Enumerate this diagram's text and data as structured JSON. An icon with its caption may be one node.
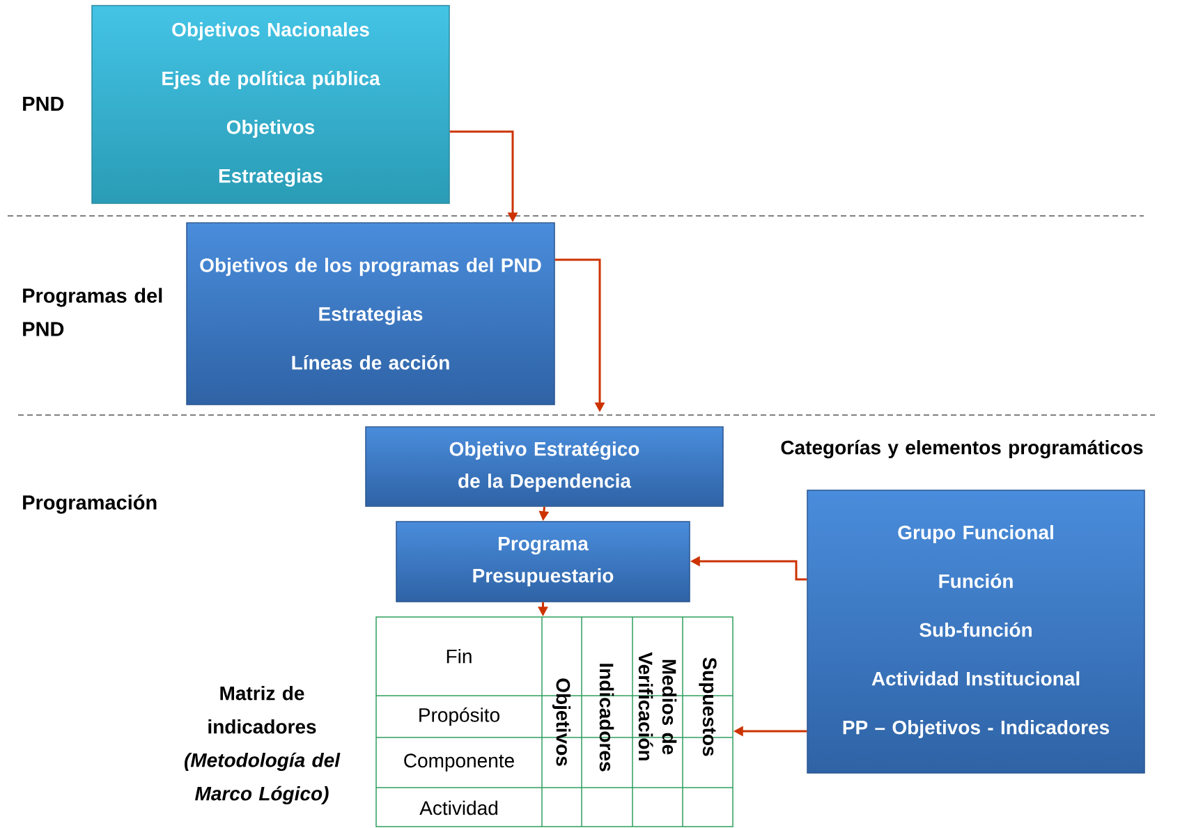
{
  "diagram": {
    "nodes": [
      {
        "text": [
          "Objetivos Nacionales",
          "Ejes de política pública",
          "Objetivos",
          "Estrategias"
        ]
      },
      {
        "text": [
          "Objetivos de los programas del PND",
          "Estrategias",
          "Líneas de acción"
        ]
      },
      {
        "text": [
          "Objetivo Estratégico de la Dependencia"
        ]
      },
      {
        "text": [
          "Programa Presupuestario"
        ]
      },
      {
        "text": [
          "Fin",
          "Propósito",
          "Componente",
          "Actividad",
          "Objetivos",
          "Indicadores",
          "Medios de Verificación",
          "Supuestos"
        ],
        "beside": [
          "Matriz de indicadores *(Metodología del Marco Lógico)*"
        ]
      },
      {
        "text": [
          "Grupo Funcional",
          "Función",
          "Sub-función",
          "Actividad Institucional",
          "PP – Objetivos - Indicadores"
        ],
        "beside": [
          "Categorías y elementos programáticos"
        ]
      }
    ],
    "edges": [
      {
        "from": 0,
        "to": 1,
        "arrow": "to"
      },
      {
        "from": 1,
        "to": null,
        "arrow": "to"
      },
      {
        "from": 2,
        "to": 3,
        "arrow": "to"
      },
      {
        "from": 3,
        "to": 4,
        "arrow": "to"
      },
      {
        "from": 5,
        "to": 3,
        "arrow": "to"
      },
      {
        "from": 5,
        "to": 4,
        "arrow": "to"
      }
    ],
    "labels": [
      "PND",
      "Programas del PND",
      "Programación"
    ]
  }
}
